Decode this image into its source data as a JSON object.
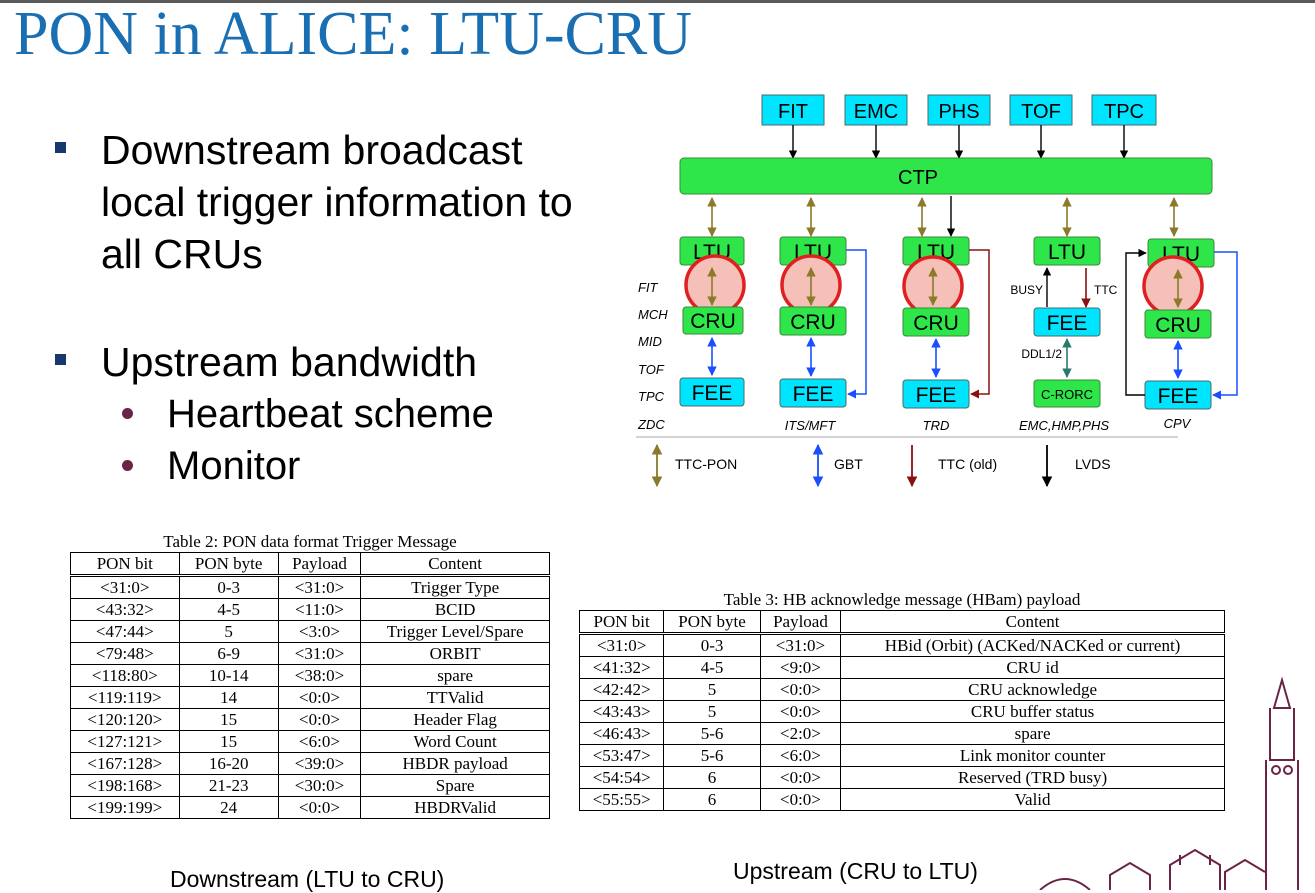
{
  "title": "PON in ALICE: LTU-CRU",
  "bullets": [
    {
      "lines": [
        "Downstream broadcast",
        "local trigger information to",
        "all CRUs"
      ]
    },
    {
      "lines": [
        "Upstream bandwidth"
      ],
      "subitems": [
        "Heartbeat scheme",
        "Monitor"
      ]
    }
  ],
  "diagram": {
    "detectors": [
      "FIT",
      "EMC",
      "PHS",
      "TOF",
      "TPC"
    ],
    "ctp": "CTP",
    "ltu": "LTU",
    "cru": "CRU",
    "fee": "FEE",
    "crorc": "C-RORC",
    "busy": "BUSY",
    "ttc": "TTC",
    "ddl": "DDL1/2",
    "left_labels": [
      "FIT",
      "MCH",
      "MID",
      "TOF",
      "TPC",
      "ZDC"
    ],
    "column_labels": [
      "ITS/MFT",
      "TRD",
      "EMC,HMP,PHS",
      "CPV"
    ],
    "legend": [
      "TTC-PON",
      "GBT",
      "TTC (old)",
      "LVDS"
    ],
    "colors": {
      "detector_box": "#00e5ff",
      "green_box": "#2fe64a",
      "ttc_pon": "#8a7a2a",
      "gbt": "#1a4fff",
      "ttc_old": "#8b1010",
      "lvds": "#000000",
      "ddl": "#2a7a70",
      "highlight_ring": "#e02020",
      "highlight_fill": "#f4c0b8"
    }
  },
  "table2": {
    "caption": "Table 2:   PON data format Trigger Message",
    "headers": [
      "PON bit",
      "PON byte",
      "Payload",
      "Content"
    ],
    "rows": [
      [
        "<31:0>",
        "0-3",
        "<31:0>",
        "Trigger Type"
      ],
      [
        "<43:32>",
        "4-5",
        "<11:0>",
        "BCID"
      ],
      [
        "<47:44>",
        "5",
        "<3:0>",
        "Trigger Level/Spare"
      ],
      [
        "<79:48>",
        "6-9",
        "<31:0>",
        "ORBIT"
      ],
      [
        "<118:80>",
        "10-14",
        "<38:0>",
        "spare"
      ],
      [
        "<119:119>",
        "14",
        "<0:0>",
        "TTValid"
      ],
      [
        "<120:120>",
        "15",
        "<0:0>",
        "Header Flag"
      ],
      [
        "<127:121>",
        "15",
        "<6:0>",
        "Word Count"
      ],
      [
        "<167:128>",
        "16-20",
        "<39:0>",
        "HBDR payload"
      ],
      [
        "<198:168>",
        "21-23",
        "<30:0>",
        "Spare"
      ],
      [
        "<199:199>",
        "24",
        "<0:0>",
        "HBDRValid"
      ]
    ]
  },
  "table3": {
    "caption": "Table 3:   HB acknowledge message (HBam) payload",
    "headers": [
      "PON bit",
      "PON byte",
      "Payload",
      "Content"
    ],
    "rows": [
      [
        "<31:0>",
        "0-3",
        "<31:0>",
        "HBid (Orbit) (ACKed/NACKed or current)"
      ],
      [
        "<41:32>",
        "4-5",
        "<9:0>",
        "CRU id"
      ],
      [
        "<42:42>",
        "5",
        "<0:0>",
        "CRU acknowledge"
      ],
      [
        "<43:43>",
        "5",
        "<0:0>",
        "CRU buffer status"
      ],
      [
        "<46:43>",
        "5-6",
        "<2:0>",
        "spare"
      ],
      [
        "<53:47>",
        "5-6",
        "<6:0>",
        "Link monitor counter"
      ],
      [
        "<54:54>",
        "6",
        "<0:0>",
        "Reserved (TRD busy)"
      ],
      [
        "<55:55>",
        "6",
        "<0:0>",
        "Valid"
      ]
    ]
  },
  "captions": {
    "downstream": "Downstream (LTU to CRU)",
    "upstream": "Upstream (CRU to LTU)"
  }
}
